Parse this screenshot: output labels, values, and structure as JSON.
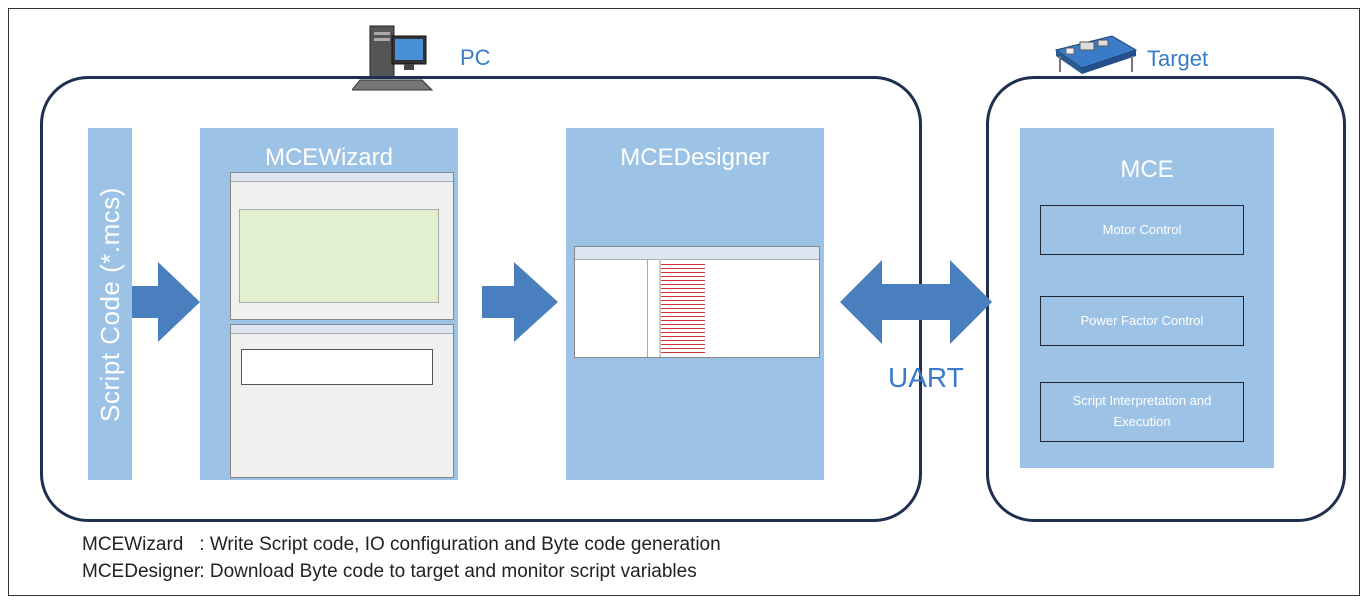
{
  "pc": {
    "label": "PC"
  },
  "target": {
    "label": "Target"
  },
  "script_code": {
    "label": "Script Code (*.mcs)"
  },
  "mcewizard": {
    "title": "MCEWizard"
  },
  "mcedesigner": {
    "title": "MCEDesigner"
  },
  "mce": {
    "title": "MCE",
    "boxes": [
      "Motor Control",
      "Power Factor Control",
      "Script Interpretation and Execution"
    ]
  },
  "link": {
    "label": "UART"
  },
  "legend": [
    {
      "name": "MCEWizard",
      "sep": " : ",
      "desc": "Write Script code, IO configuration and Byte code generation"
    },
    {
      "name": "MCEDesigner",
      "sep": " : ",
      "desc": "Download Byte code to target and monitor script variables"
    }
  ],
  "colors": {
    "panel": "#9cc2e5",
    "arrow": "#4a7fbf",
    "border": "#1f2f4f",
    "label": "#3a7bc8"
  },
  "icons": [
    "computer-icon",
    "circuit-board-icon"
  ]
}
